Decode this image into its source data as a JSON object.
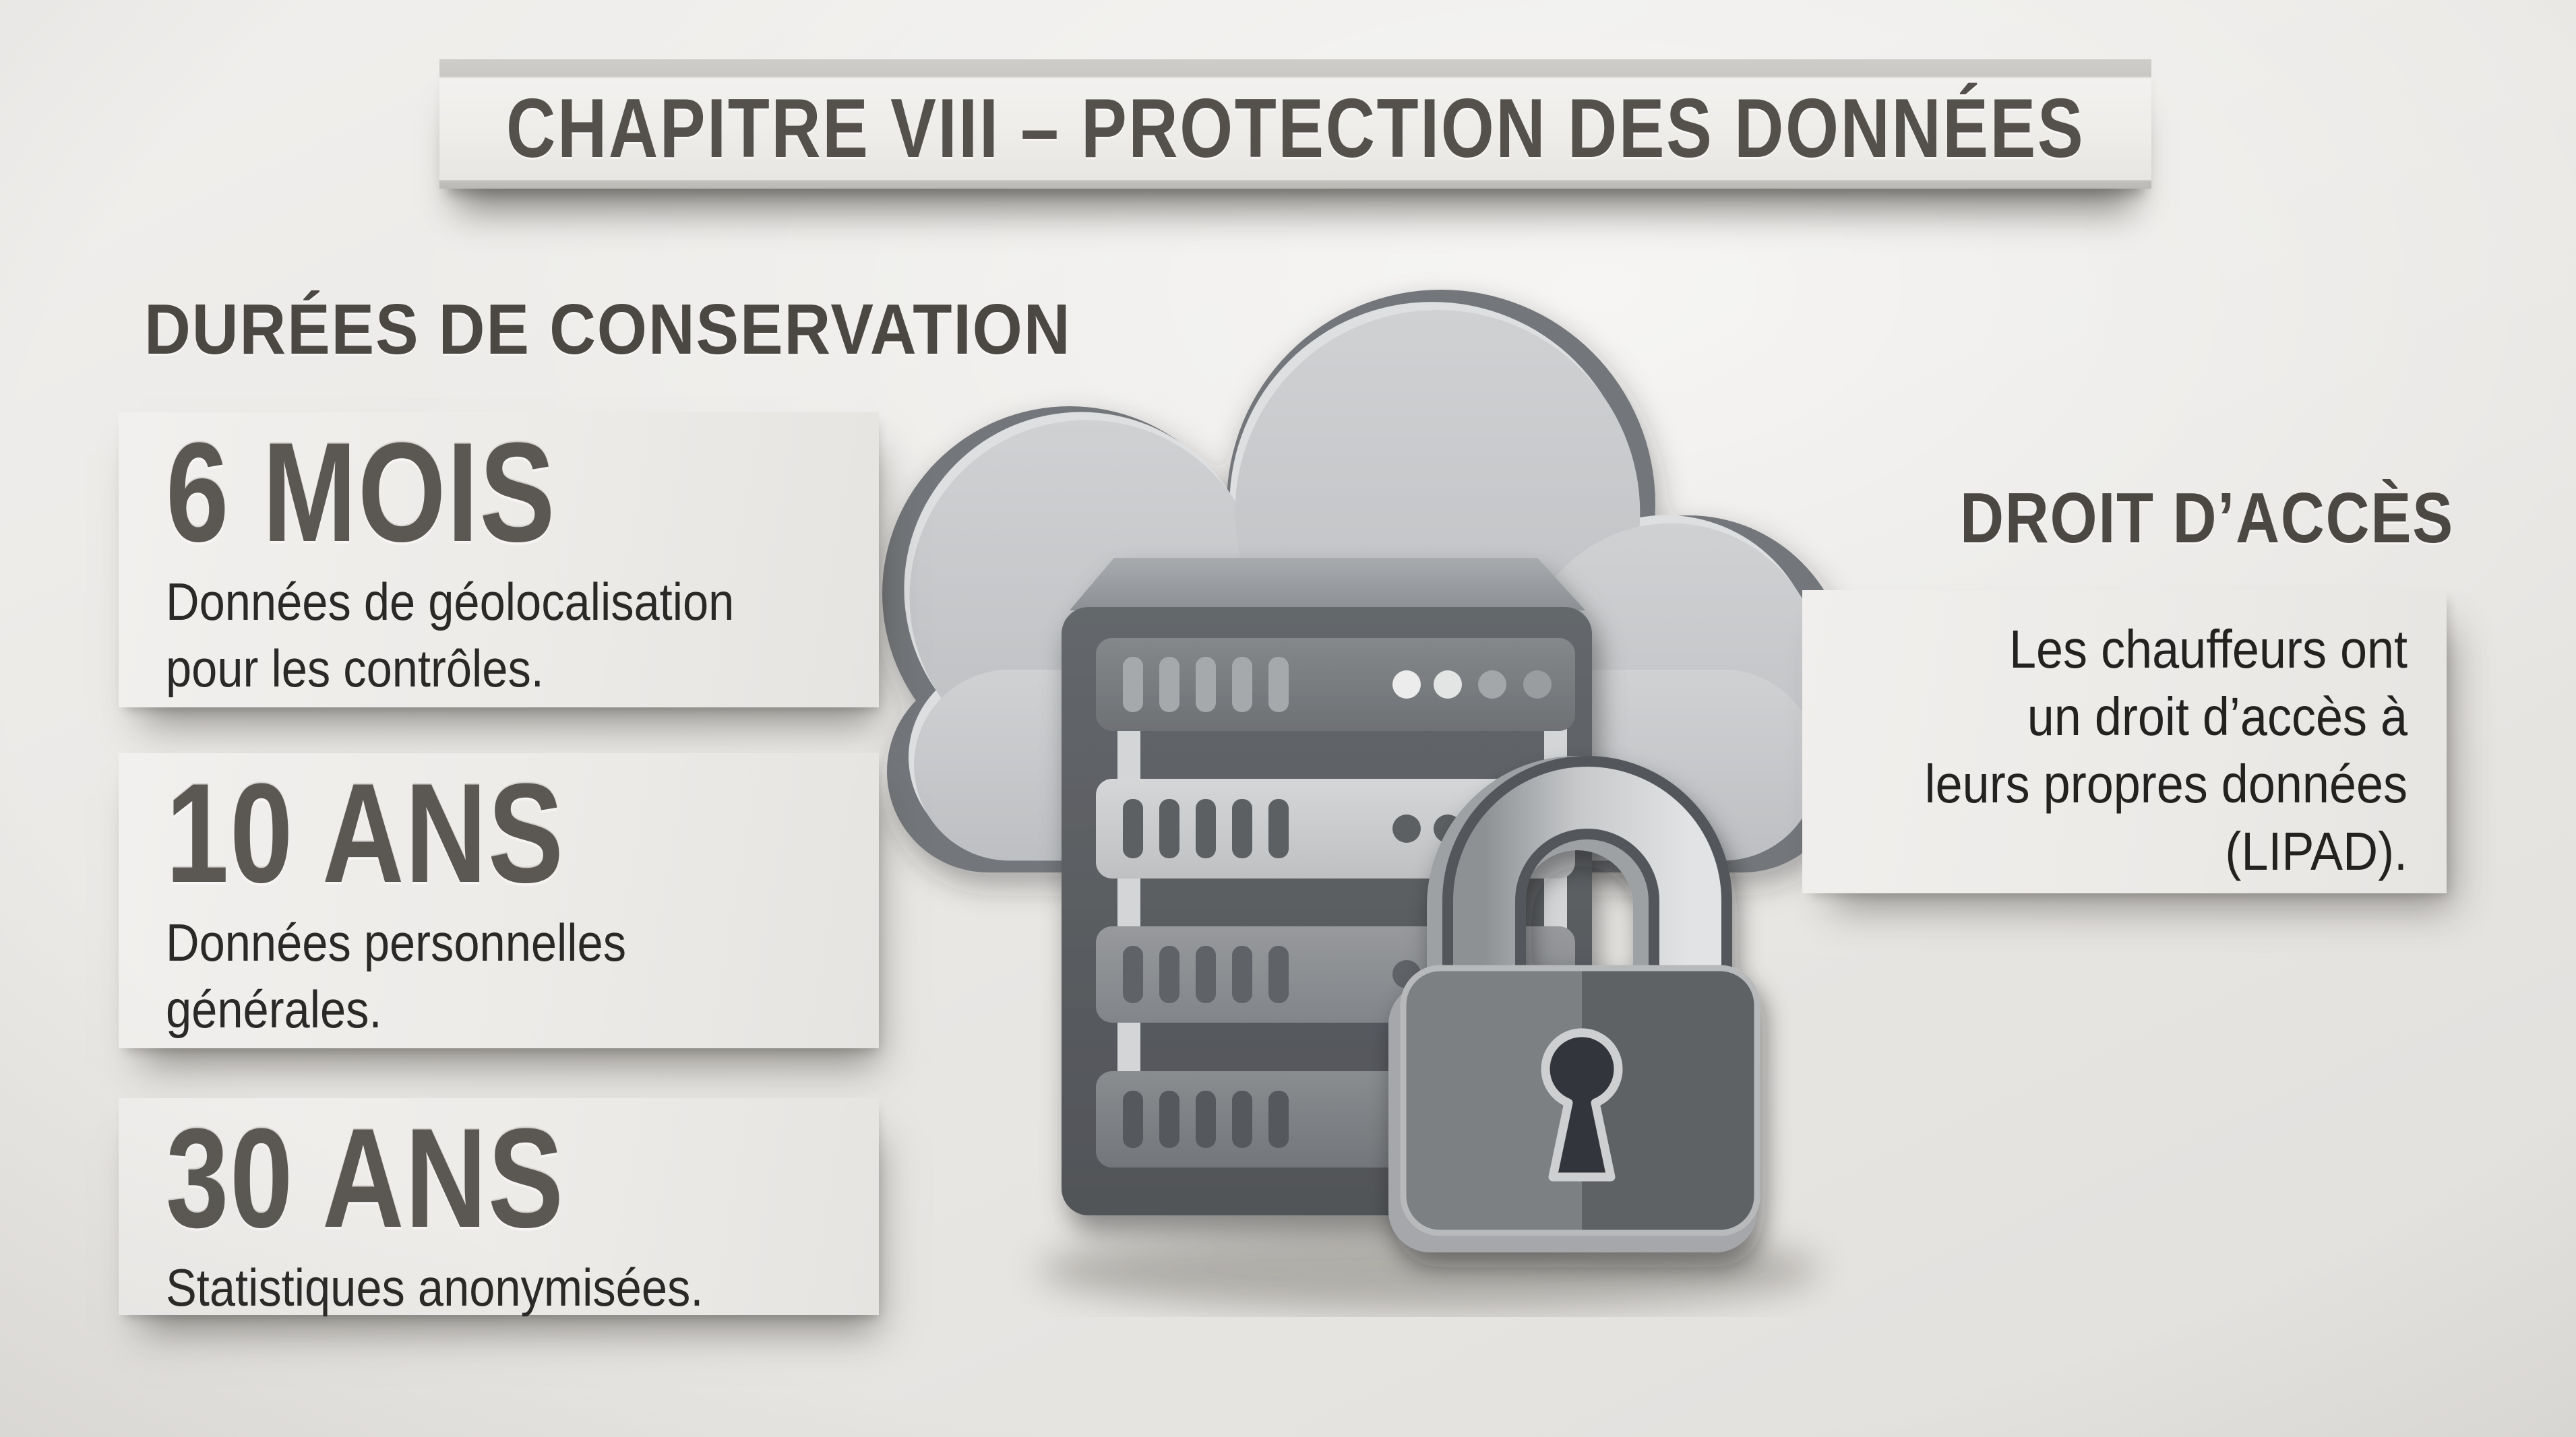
{
  "title_banner": {
    "text": "CHAPITRE VIII – PROTECTION DES DONNÉES"
  },
  "retention": {
    "heading": "DURÉES DE CONSERVATION",
    "cards": [
      {
        "duration": "6 MOIS",
        "lines": [
          "Données de géolocalisation",
          "pour les contrôles."
        ]
      },
      {
        "duration": "10 ANS",
        "lines": [
          "Données personnelles",
          "générales."
        ]
      },
      {
        "duration": "30 ANS",
        "lines": [
          "Statistiques anonymisées."
        ]
      }
    ]
  },
  "access": {
    "heading": "DROIT D’ACCÈS",
    "lines": [
      "Les chauffeurs ont",
      "un droit d’accès à",
      "leurs propres données",
      "(LIPAD)."
    ]
  },
  "illustration": {
    "icons": [
      "cloud-icon",
      "server-rack-icon",
      "padlock-icon"
    ]
  },
  "colors": {
    "background": "#ebe9e6",
    "card_face": "#f0eeeb",
    "heading_text": "#4b4844",
    "body_text": "#2b2927",
    "cloud_outline": "#73767a",
    "cloud_fill": "#c6c8ca",
    "server_frame": "#5c5f63",
    "server_unit_light": "#c8cacc",
    "lock_body_left": "#7d8083",
    "lock_body_right": "#606366"
  }
}
